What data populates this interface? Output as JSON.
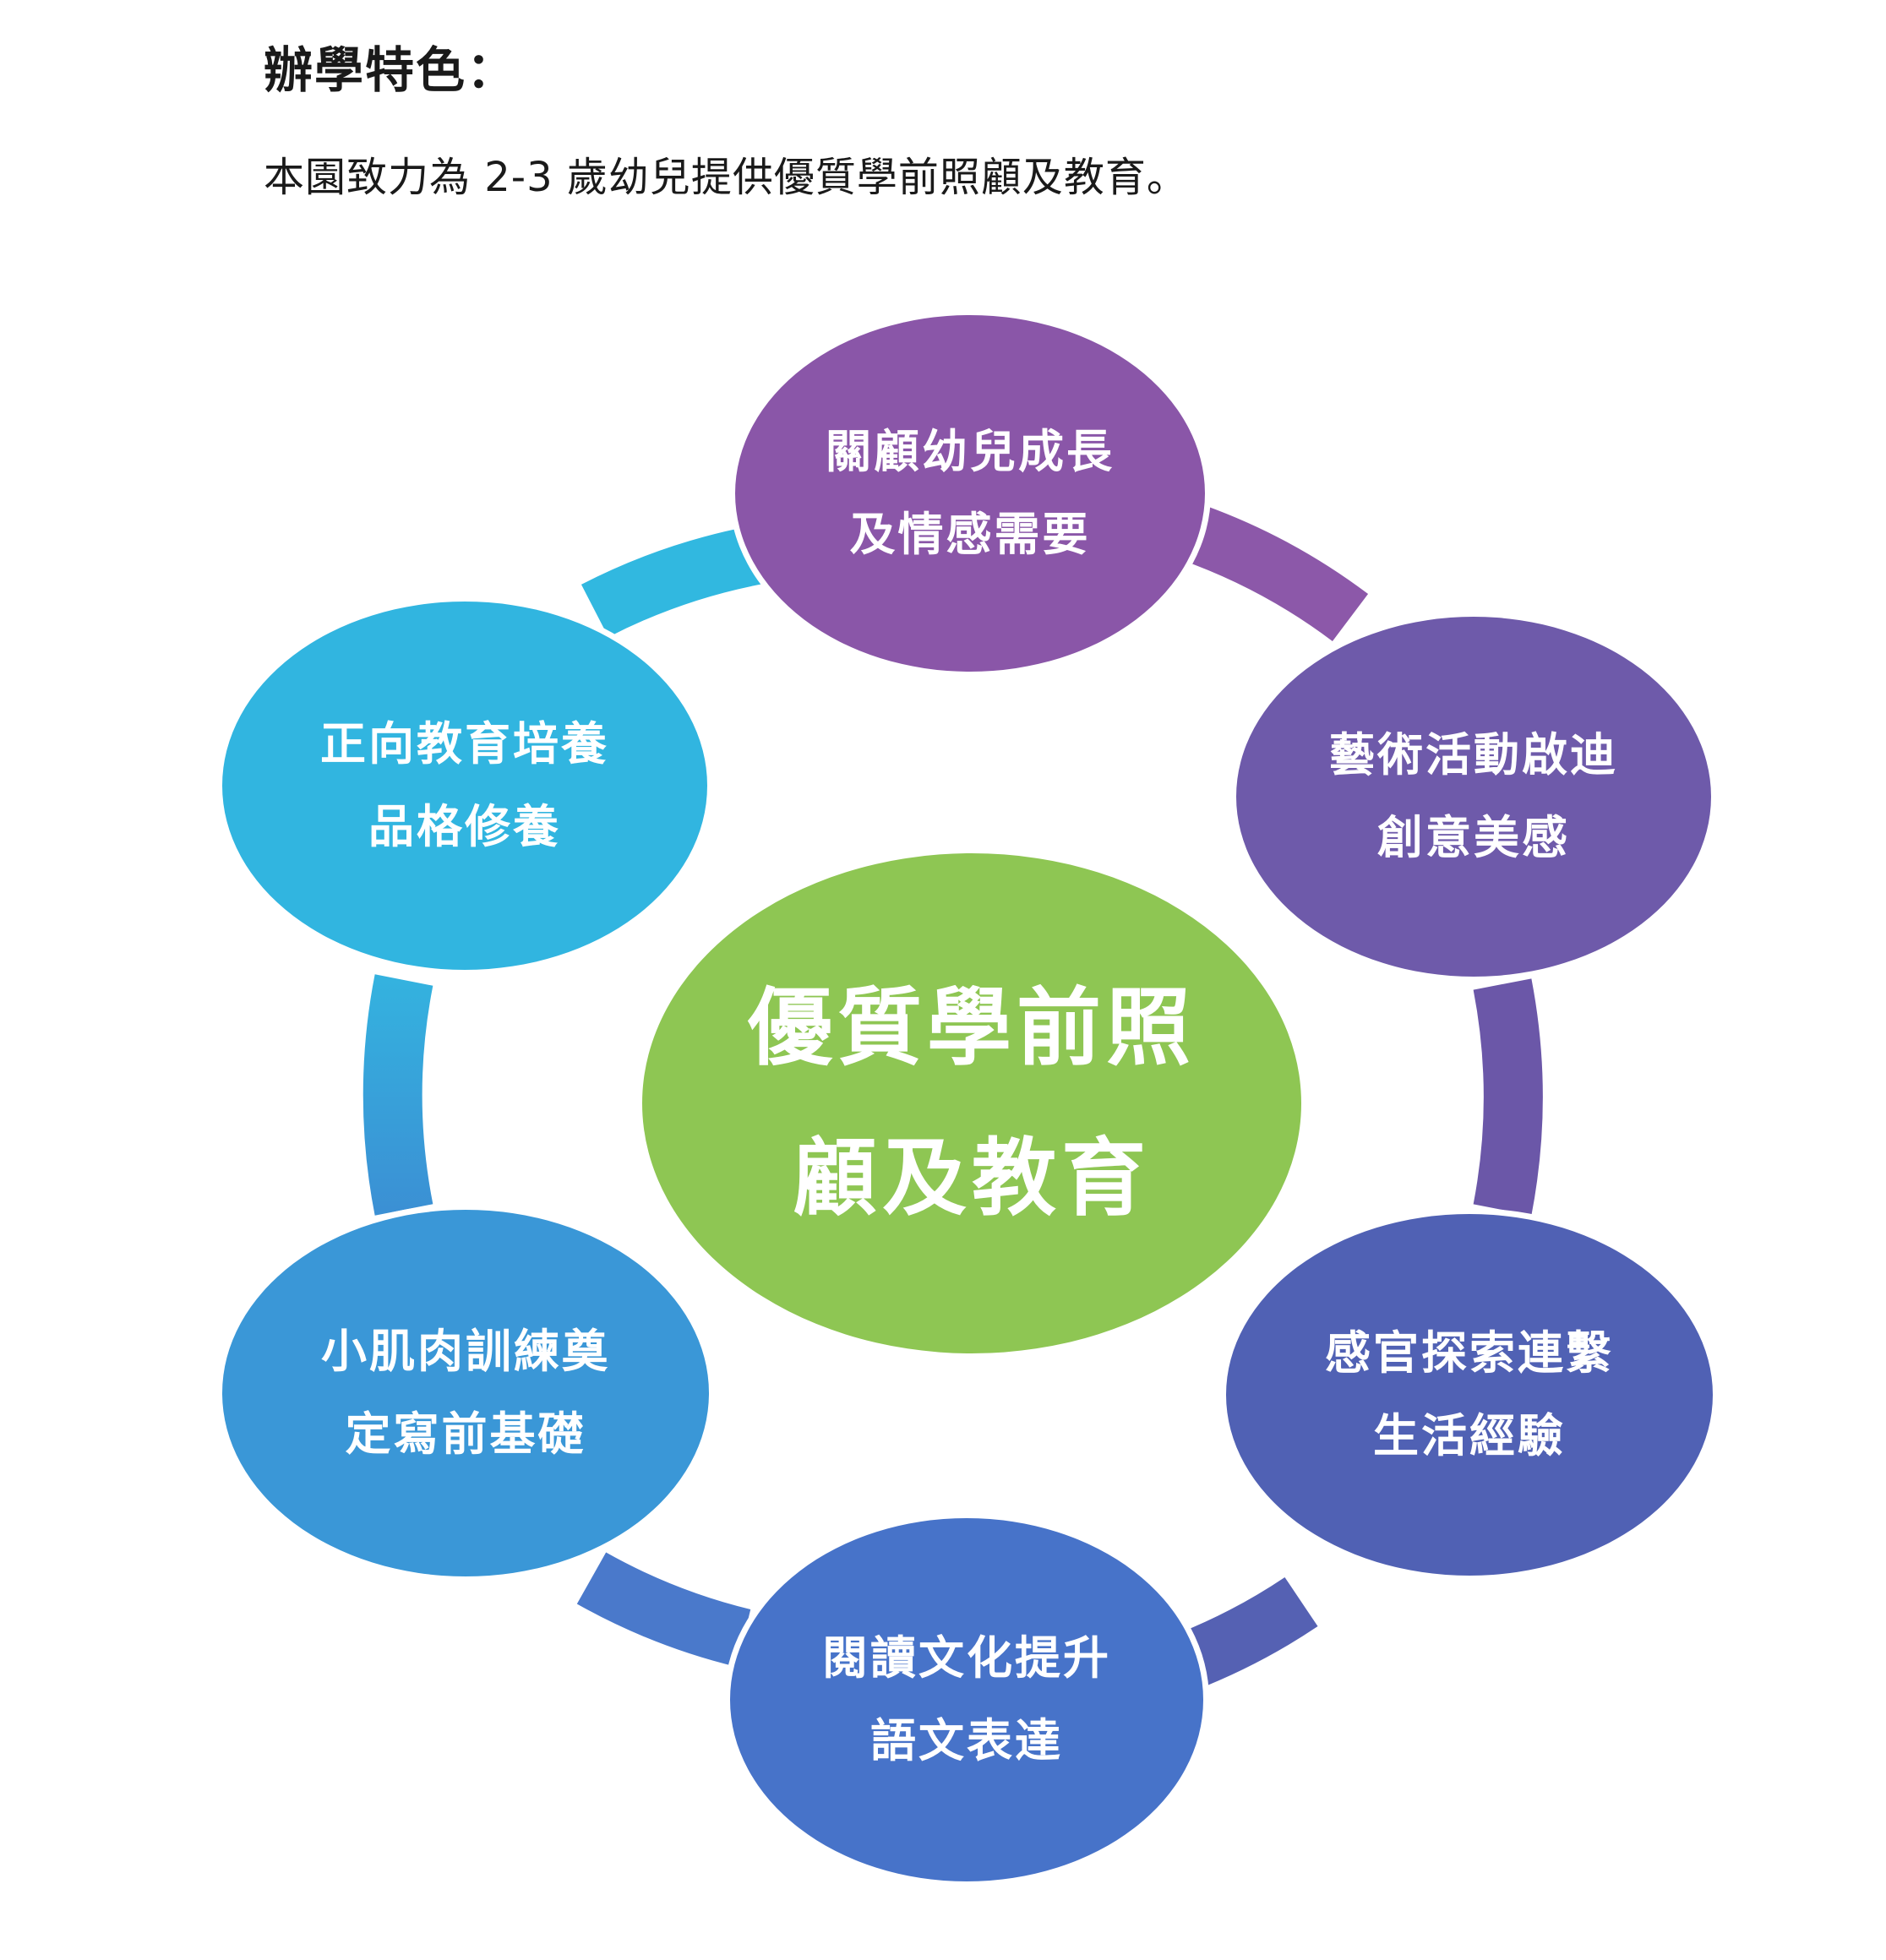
{
  "heading": "辦學特色：",
  "intro": "本園致力為 2-3 歲幼兒提供優質學前照顧及教育。",
  "diagram": {
    "center": {
      "line1": "優質學前照",
      "line2": "顧及教育",
      "color": "#8ec653"
    },
    "nodes": [
      {
        "line1": "關顧幼兒成長",
        "line2": "及情感需要",
        "color": "#8a56a8"
      },
      {
        "line1": "藝術活動啟迪",
        "line2": "創意美感",
        "color": "#6e5aaa"
      },
      {
        "line1": "感官探索連繫",
        "line2": "生活經驗",
        "color": "#5061b4"
      },
      {
        "line1": "閱讀文化提升",
        "line2": "語文表達",
        "color": "#4773c9"
      },
      {
        "line1": "小肌肉訓練奠",
        "line2": "定寫前基礎",
        "color": "#3a97d7"
      },
      {
        "line1": "正向教育培養",
        "line2": "品格修養",
        "color": "#31b5e0"
      }
    ]
  }
}
